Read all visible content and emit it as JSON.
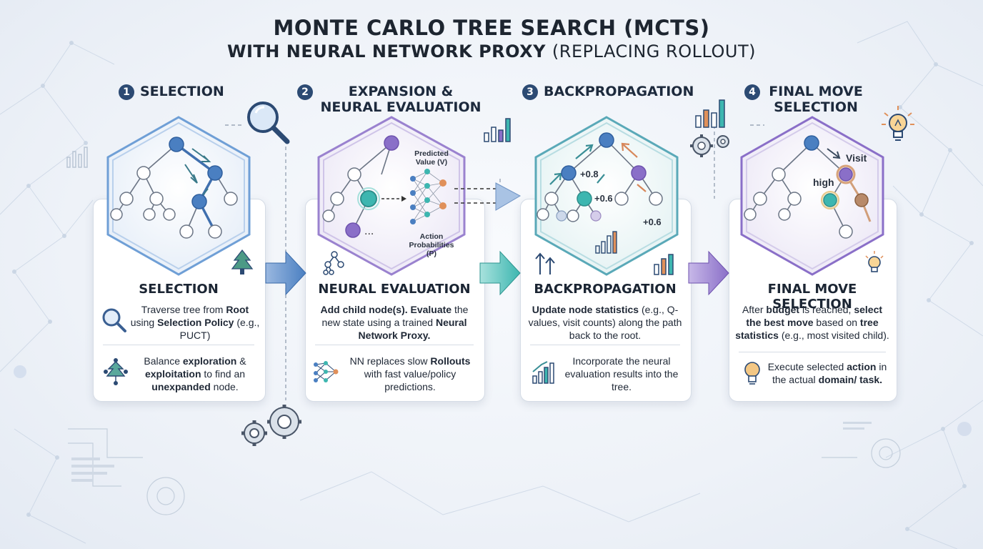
{
  "title": {
    "line1": "MONTE CARLO TREE SEARCH (MCTS)",
    "line2_bold": "WITH NEURAL NETWORK PROXY",
    "line2_light": "(REPLACING ROLLOUT)"
  },
  "steps": [
    {
      "number": "1",
      "header": "SELECTION",
      "card_title": "SELECTION",
      "text1_parts": [
        "Traverse tree from ",
        "Root",
        " using ",
        "Selection Policy",
        " (e.g., PUCT)"
      ],
      "text2_parts": [
        "Balance ",
        "exploration",
        " & ",
        "exploitation",
        " to find an ",
        "unexpanded",
        " node."
      ]
    },
    {
      "number": "2",
      "header": "EXPANSION & NEURAL EVALUATION",
      "card_title": "NEURAL EVALUATION",
      "text1_parts": [
        "Add child node(s). Evaluate",
        " the new state using a trained ",
        "Neural Network Proxy."
      ],
      "text2_parts": [
        "NN replaces slow ",
        "Rollouts",
        " with fast value/policy predictions."
      ],
      "hex_labels": {
        "value": "Predicted Value (V)",
        "policy": "Action Probabilities (P)",
        "ellipsis": "..."
      }
    },
    {
      "number": "3",
      "header": "BACKPROPAGATION",
      "card_title": "BACKPROPAGATION",
      "text1_parts": [
        "Update node statistics",
        " (e.g., Q-values, visit counts) along the path back to the root."
      ],
      "text2_parts": [
        "Incorporate the neural evaluation results into the tree."
      ],
      "hex_labels": {
        "v1": "+0.8",
        "v2": "+0.6",
        "v3": "+0.6"
      }
    },
    {
      "number": "4",
      "header": "FINAL MOVE SELECTION",
      "card_title": "FINAL MOVE SELECTION",
      "text1_parts": [
        "After ",
        "budget",
        " is reached, ",
        "select the best move",
        " based on ",
        "tree statistics",
        " (e.g., most visited child)."
      ],
      "text2_parts": [
        "Execute selected ",
        "action",
        " in the actual ",
        "domain/ task."
      ],
      "hex_labels": {
        "visit": "Visit",
        "high": "high"
      }
    }
  ],
  "colors": {
    "blue": "#4a7fc1",
    "teal": "#3db6b0",
    "purple": "#8a6fc8",
    "orange": "#e0905a",
    "navy": "#2c4a73"
  }
}
